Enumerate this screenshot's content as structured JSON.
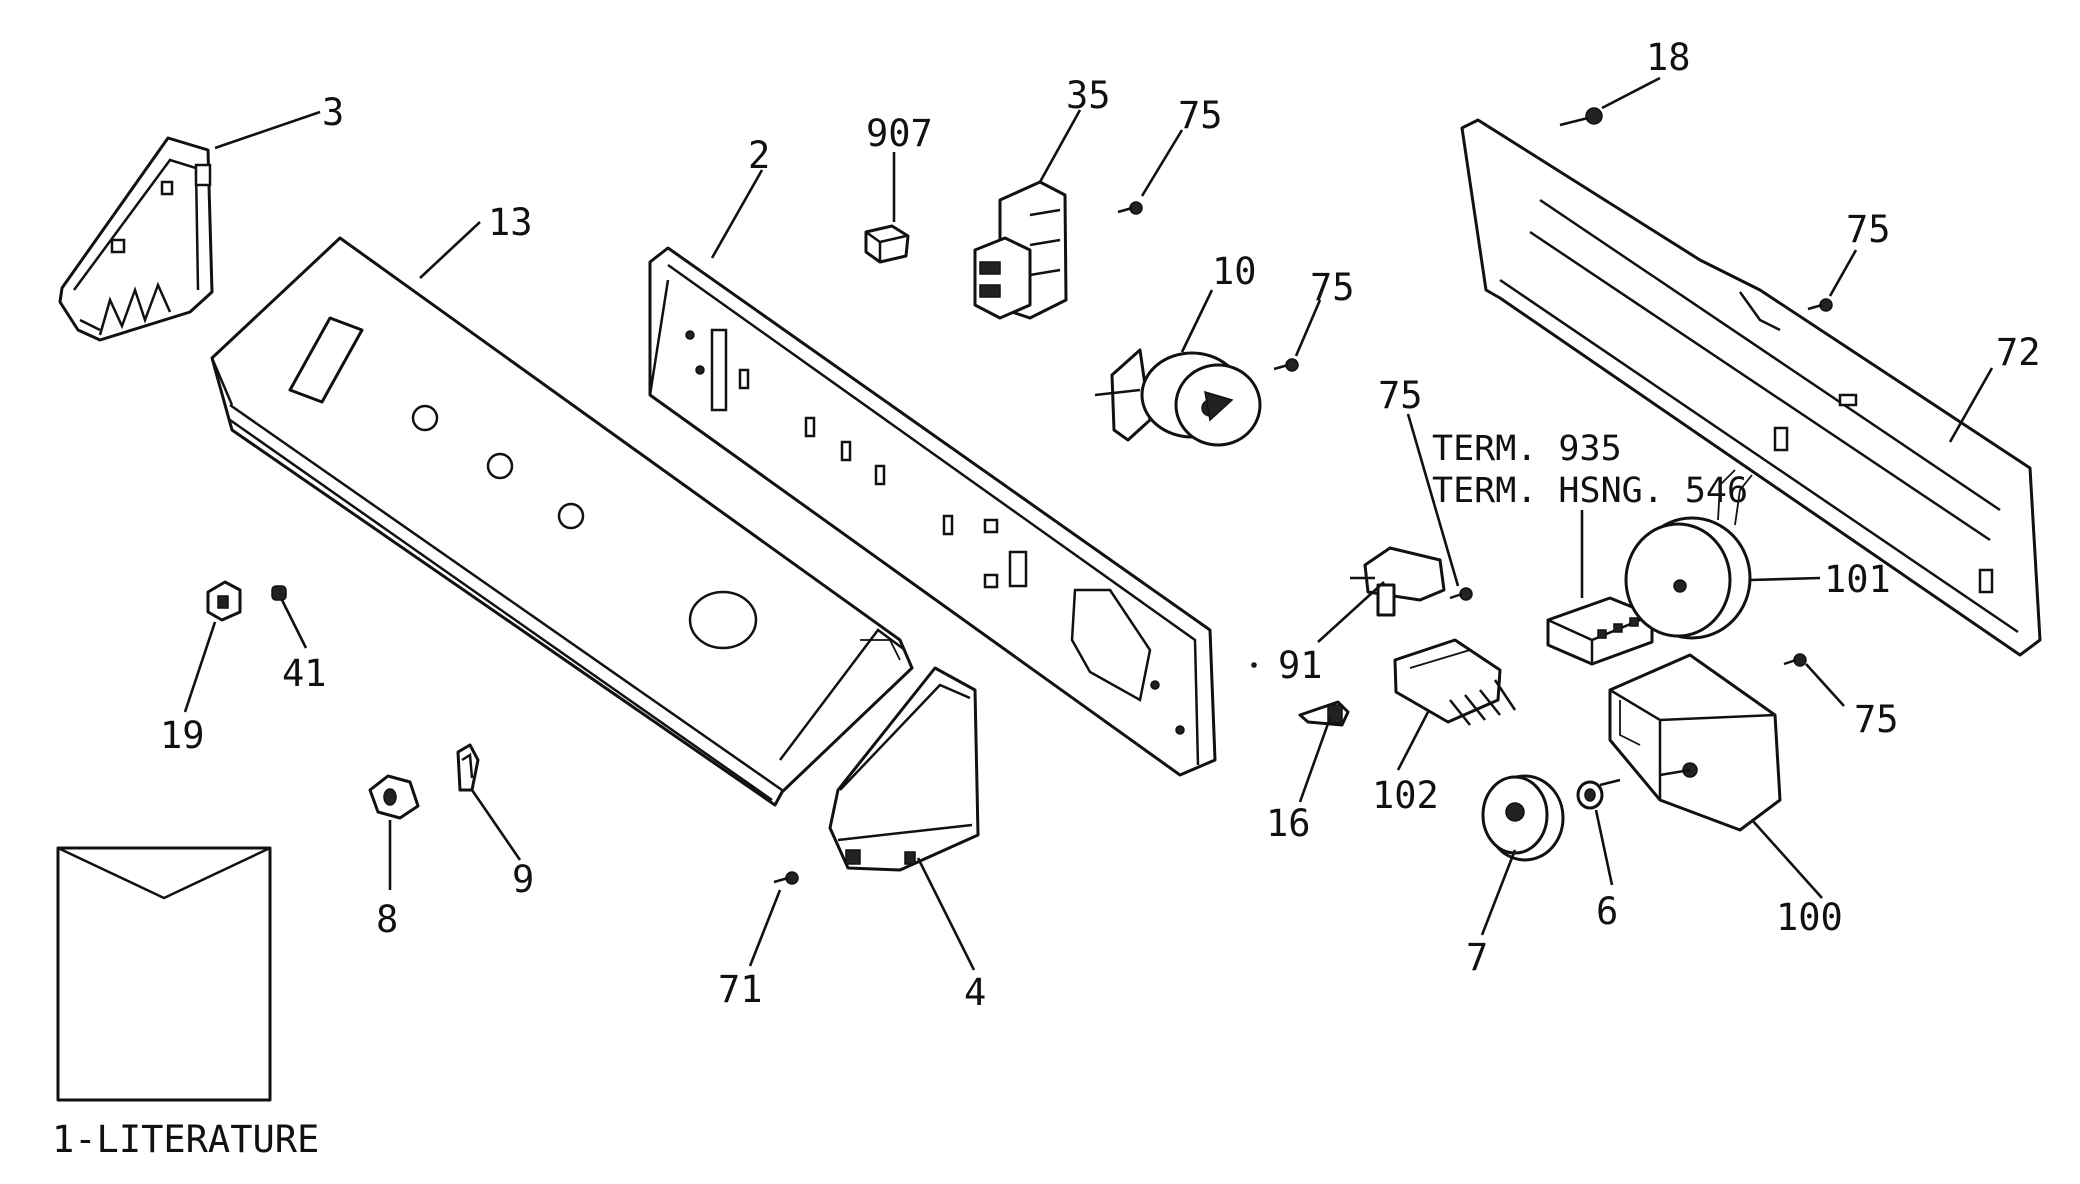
{
  "labels": {
    "p1": "1-LITERATURE",
    "p2": "2",
    "p3": "3",
    "p4": "4",
    "p6": "6",
    "p7": "7",
    "p8": "8",
    "p9": "9",
    "p10": "10",
    "p13": "13",
    "p16": "16",
    "p18": "18",
    "p19": "19",
    "p35": "35",
    "p41": "41",
    "p71": "71",
    "p72": "72",
    "p75a": "75",
    "p75b": "75",
    "p75c": "75",
    "p75d": "75",
    "p75e": "75",
    "p91": "91",
    "p100": "100",
    "p101": "101",
    "p102": "102",
    "p907": "907",
    "term935": "TERM. 935",
    "termHsng546": "TERM. HSNG. 546"
  }
}
